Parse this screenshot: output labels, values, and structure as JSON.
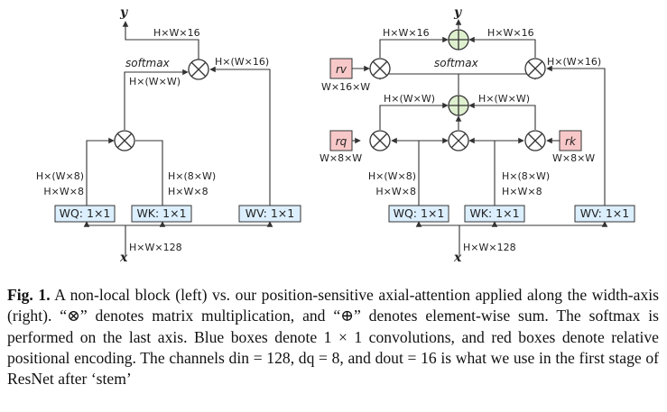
{
  "figure": {
    "left": {
      "output_var": "y",
      "input_var": "x",
      "softmax_label": "softmax",
      "dims": {
        "top": "H×W×16",
        "softmax_out": "H×(W×W)",
        "v_in": "H×(W×16)",
        "q_dim1": "H×(W×8)",
        "q_dim2": "H×W×8",
        "k_dim1": "H×(8×W)",
        "k_dim2": "H×W×8",
        "input": "H×W×128"
      },
      "boxes": {
        "wq": "WQ: 1×1",
        "wk": "WK: 1×1",
        "wv": "WV: 1×1"
      }
    },
    "right": {
      "output_var": "y",
      "input_var": "x",
      "softmax_label": "softmax",
      "dims": {
        "top_left": "H×W×16",
        "top_right": "H×W×16",
        "v_in": "H×(W×16)",
        "rv_dim": "W×16×W",
        "mid_left": "H×(W×W)",
        "mid_right": "H×(W×W)",
        "rq_dim": "W×8×W",
        "rk_dim": "W×8×W",
        "q_dim1": "H×(W×8)",
        "q_dim2": "H×W×8",
        "k_dim1": "H×(8×W)",
        "k_dim2": "H×W×8",
        "input": "H×W×128"
      },
      "boxes": {
        "wq": "WQ: 1×1",
        "wk": "WK: 1×1",
        "wv": "WV: 1×1"
      },
      "pos": {
        "rv": "rv",
        "rq": "rq",
        "rk": "rk"
      }
    },
    "colors": {
      "blue_box": "#dcefff",
      "red_box": "#f8c8c8",
      "plus_node": "#dff0cf"
    }
  },
  "caption": {
    "label": "Fig. 1.",
    "text": "A non-local block (left) vs. our position-sensitive axial-attention applied along the width-axis (right). “⊗” denotes matrix multiplication, and “⊕” denotes element-wise sum. The softmax is performed on the last axis. Blue boxes denote 1 × 1 convolutions, and red boxes denote relative positional encoding. The channels din = 128, dq = 8, and dout = 16 is what we use in the first stage of ResNet after ‘stem’"
  }
}
